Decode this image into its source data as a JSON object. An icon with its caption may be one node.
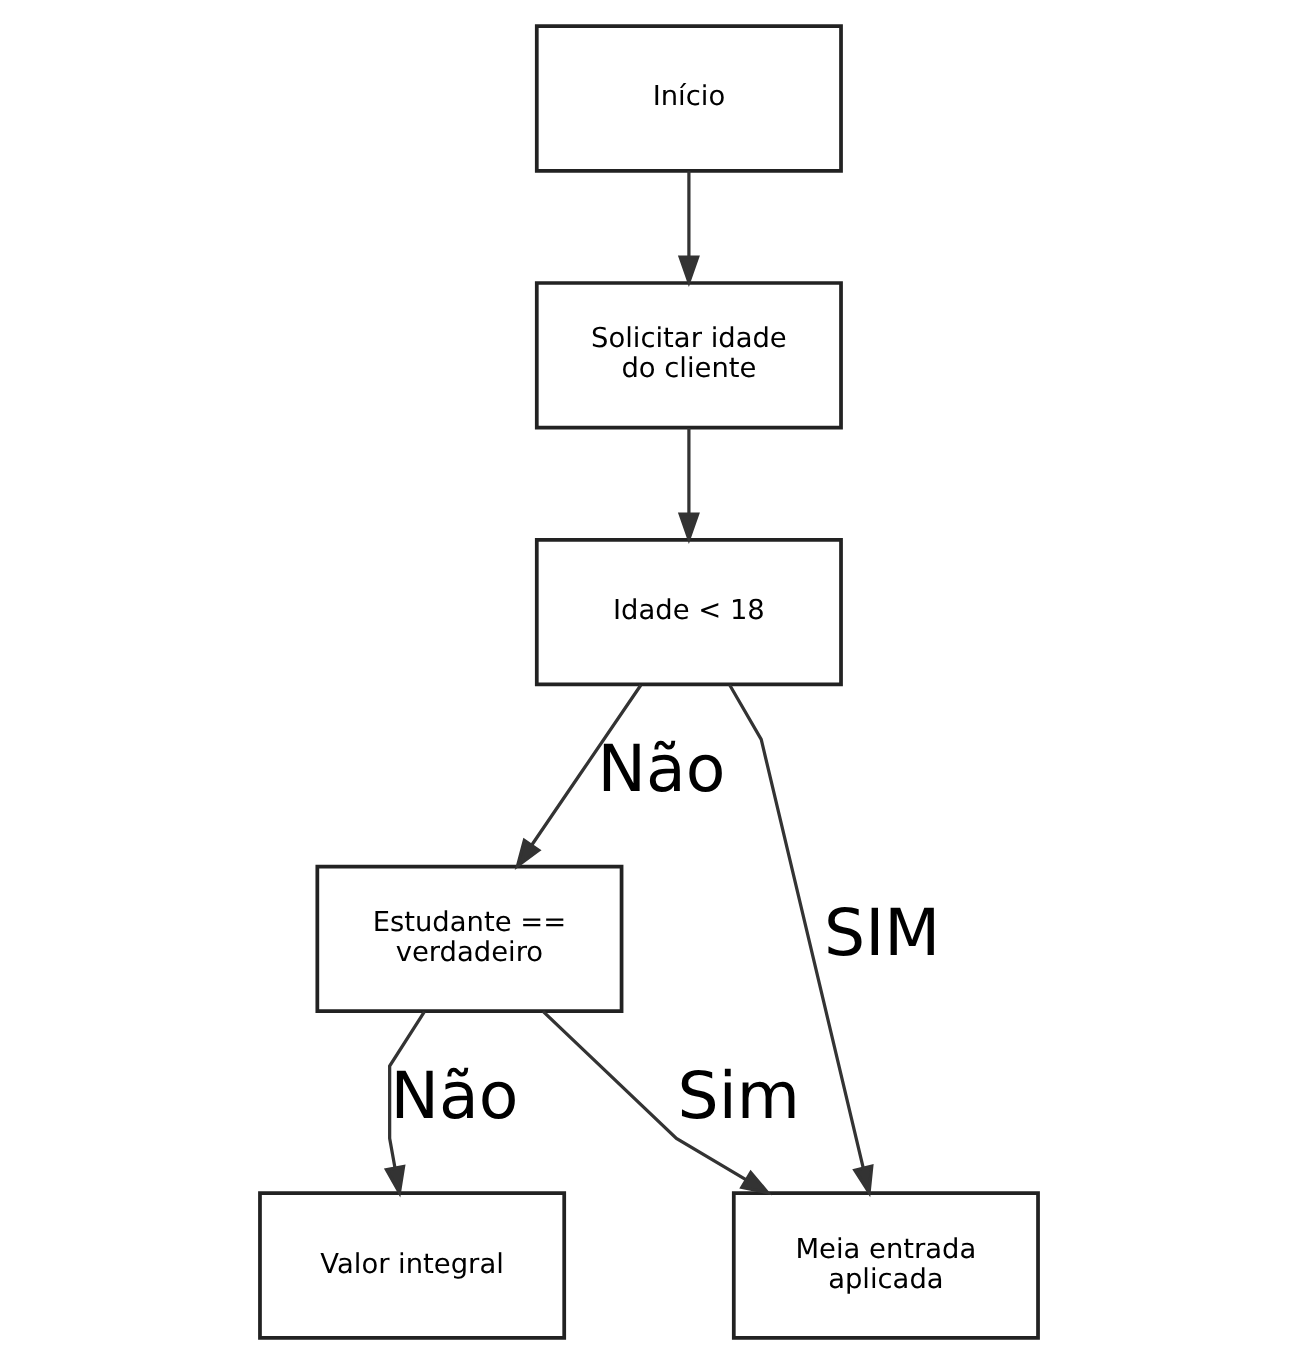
{
  "diagram": {
    "nodes": [
      {
        "text": [
          "Início"
        ]
      },
      {
        "text": [
          "Solicitar idade do cliente"
        ]
      },
      {
        "text": [
          "Idade < 18"
        ]
      },
      {
        "text": [
          "Estudante == verdadeiro"
        ]
      },
      {
        "text": [
          "Meia entrada aplicada"
        ]
      },
      {
        "text": [
          "Valor integral"
        ]
      }
    ],
    "edges": [
      {
        "from": 0,
        "to": 1,
        "arrow": "to"
      },
      {
        "from": 1,
        "to": 2,
        "arrow": "to"
      },
      {
        "from": 2,
        "to": 4,
        "arrow": "to",
        "label": "SIM"
      },
      {
        "from": 2,
        "to": 3,
        "arrow": "to",
        "label": "Não"
      },
      {
        "from": 3,
        "to": 4,
        "arrow": "to",
        "label": "Sim"
      },
      {
        "from": 3,
        "to": 5,
        "arrow": "to",
        "label": "Não"
      }
    ]
  }
}
